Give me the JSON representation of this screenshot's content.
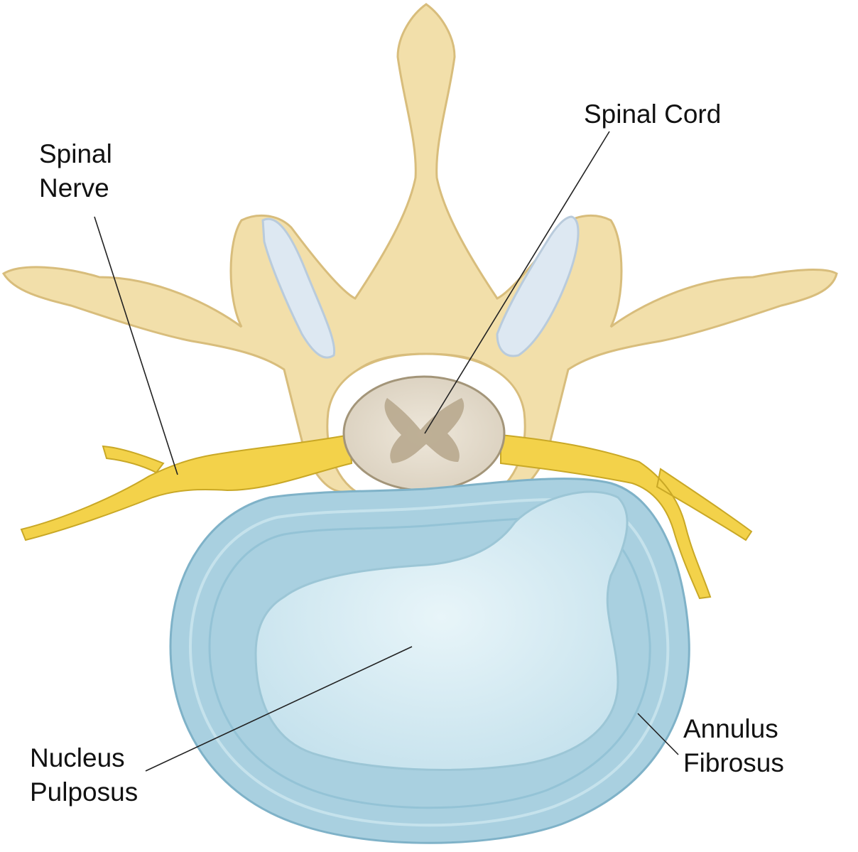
{
  "labels": {
    "spinal_cord": [
      "Spinal Cord"
    ],
    "spinal_nerve": [
      "Spinal",
      "Nerve"
    ],
    "nucleus_pulposus": [
      "Nucleus",
      "Pulposus"
    ],
    "annulus_fibrosus": [
      "Annulus",
      "Fibrosus"
    ]
  },
  "colors": {
    "bone": "#f2dfaa",
    "bone_shadow": "#d8bd7c",
    "cartilage": "#dde8f2",
    "nerve": "#f3d24a",
    "nerve_shadow": "#c9a826",
    "cord_white_matter": "#e6ded0",
    "cord_gray_matter": "#b8a88e",
    "annulus": "#a9d0e0",
    "annulus_ring": "#8fbfd3",
    "nucleus": "#d7ecf3",
    "leader_line": "#222222"
  }
}
